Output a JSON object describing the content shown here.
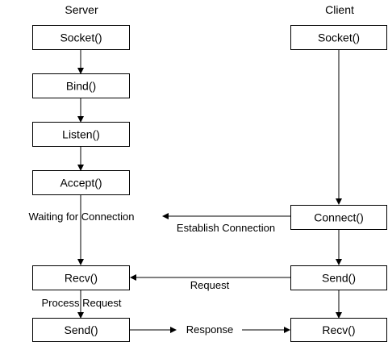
{
  "columns": {
    "server": "Server",
    "client": "Client"
  },
  "server": {
    "socket": "Socket()",
    "bind": "Bind()",
    "listen": "Listen()",
    "accept": "Accept()",
    "recv": "Recv()",
    "send": "Send()"
  },
  "client": {
    "socket": "Socket()",
    "connect": "Connect()",
    "send": "Send()",
    "recv": "Recv()"
  },
  "labels": {
    "waiting": "Waiting for Connection",
    "establish": "Establish Connection",
    "request": "Request",
    "process": "Process Request",
    "response": "Response"
  },
  "colors": {
    "stroke": "#000000",
    "background": "#ffffff"
  }
}
